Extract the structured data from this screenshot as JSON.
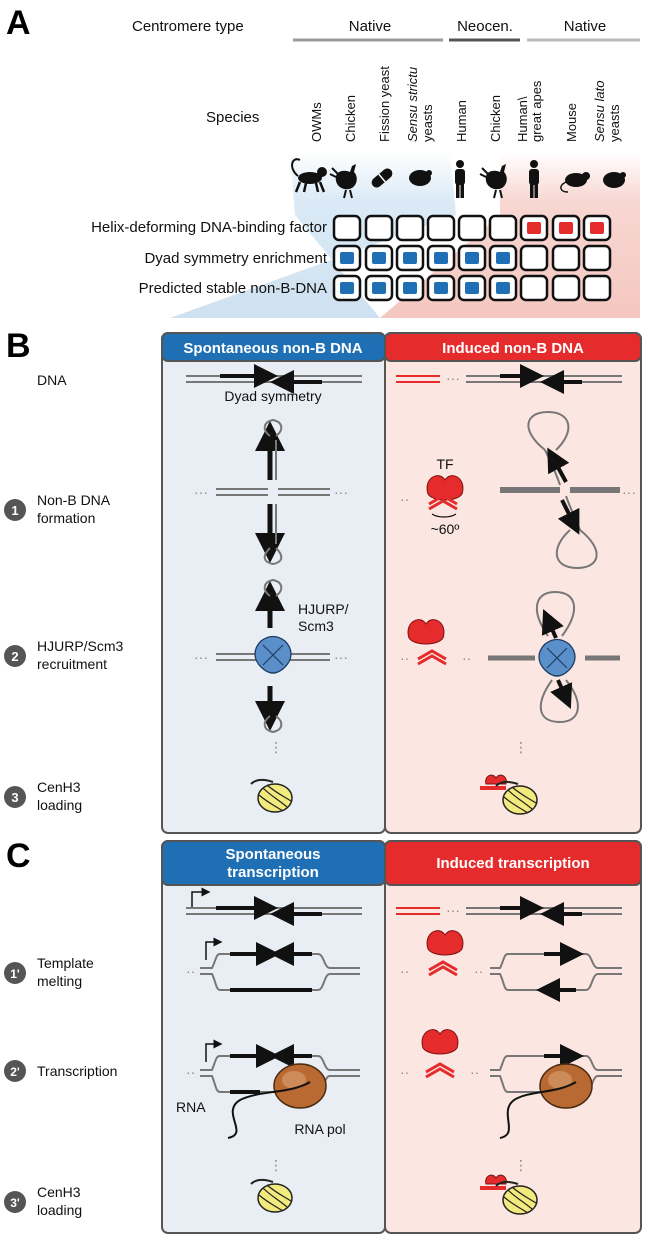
{
  "colors": {
    "spontaneous": "#1f6fb5",
    "induced": "#e52b2b",
    "spontaneous_bg": "#e9eef4",
    "induced_bg": "#fbe6e2",
    "dna": "#777777",
    "hjurp": "#5b8fc9",
    "rnapol": "#b86a32",
    "nucleosome": "#f2ea7c"
  },
  "panel_a": {
    "letter": "A",
    "centromere_type_label": "Centromere type",
    "groups": [
      "Native",
      "Neocen.",
      "Native"
    ],
    "species_label": "Species",
    "species": [
      {
        "name": "OWMs",
        "icon": "monkey-icon"
      },
      {
        "name": "Chicken",
        "icon": "chicken-icon"
      },
      {
        "name": "Fission yeast",
        "icon": "fission-yeast-icon"
      },
      {
        "name": "Sensu strictu yeasts",
        "line1": "Sensu strictu",
        "line2": "yeasts",
        "icon": "budding-yeast-icon"
      },
      {
        "name": "Human",
        "icon": "human-icon"
      },
      {
        "name": "Chicken",
        "icon": "chicken-icon"
      },
      {
        "name": "Human\\ great apes",
        "line1": "Human\\",
        "line2": "great apes",
        "icon": "human-icon"
      },
      {
        "name": "Mouse",
        "icon": "mouse-icon"
      },
      {
        "name": "Sensu lato yeasts",
        "line1": "Sensu lato",
        "line2": "yeasts",
        "icon": "budding-yeast-icon"
      }
    ],
    "rows": [
      {
        "label": "Helix-deforming DNA-binding factor",
        "values": [
          0,
          0,
          0,
          0,
          0,
          0,
          1,
          1,
          1
        ],
        "fill": "red"
      },
      {
        "label": "Dyad symmetry enrichment",
        "values": [
          1,
          1,
          1,
          1,
          1,
          1,
          0,
          0,
          0
        ],
        "fill": "blue"
      },
      {
        "label": "Predicted stable non-B-DNA",
        "values": [
          1,
          1,
          1,
          1,
          1,
          1,
          0,
          0,
          0
        ],
        "fill": "blue"
      }
    ]
  },
  "panel_b": {
    "letter": "B",
    "header_left": "Spontaneous non-B DNA",
    "header_right": "Induced non-B DNA",
    "dna_label": "DNA",
    "dyad_label": "Dyad symmetry",
    "tf_label": "TF",
    "angle_label": "~60º",
    "hjurp_label_1": "HJURP/",
    "hjurp_label_2": "Scm3",
    "steps": [
      {
        "num": "1",
        "line1": "Non-B DNA",
        "line2": "formation"
      },
      {
        "num": "2",
        "line1": "HJURP/Scm3",
        "line2": "recruitment"
      },
      {
        "num": "3",
        "line1": "CenH3",
        "line2": "loading"
      }
    ]
  },
  "panel_c": {
    "letter": "C",
    "header_left_1": "Spontaneous",
    "header_left_2": "transcription",
    "header_right": "Induced transcription",
    "rna_label": "RNA",
    "rnapol_label": "RNA pol",
    "steps": [
      {
        "num": "1'",
        "line1": "Template",
        "line2": "melting"
      },
      {
        "num": "2'",
        "line1": "Transcription",
        "line2": ""
      },
      {
        "num": "3'",
        "line1": "CenH3",
        "line2": "loading"
      }
    ]
  }
}
